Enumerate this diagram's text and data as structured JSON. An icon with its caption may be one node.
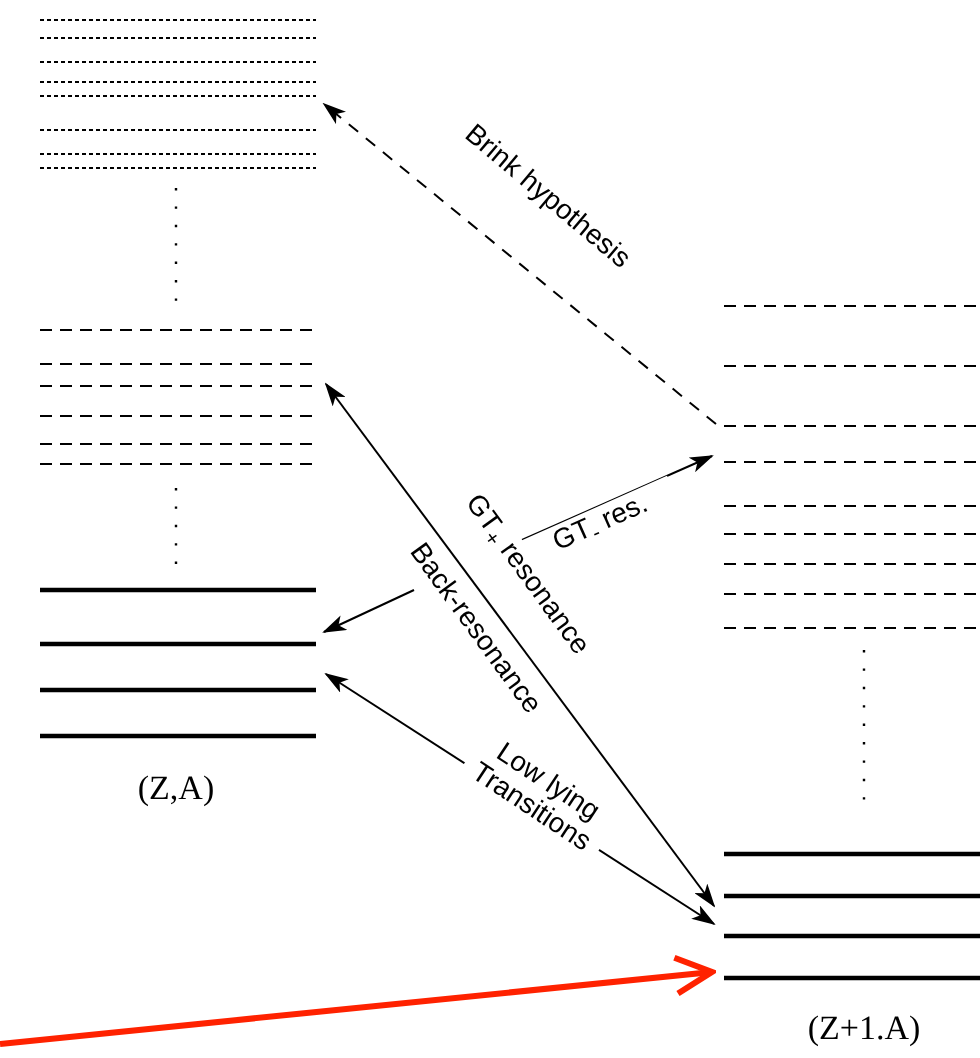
{
  "diagram": {
    "nodes": [
      {
        "text": [],
        "shape": "lines"
      },
      {
        "text": [],
        "shape": "lines"
      },
      {
        "text": [],
        "shape": "lines",
        "beside": [
          "(Z,A)"
        ]
      },
      {
        "text": [],
        "shape": "lines"
      },
      {
        "text": [],
        "shape": "lines",
        "beside": [
          "(Z+1.A)"
        ]
      }
    ],
    "edges": [
      {
        "from": 3,
        "to": 0,
        "arrow": "to",
        "label": "Brink hypothesis",
        "style": "dashed"
      },
      {
        "from": null,
        "to": 3,
        "arrow": "to",
        "label": "GT$_{-}$ res."
      },
      {
        "from": 1,
        "to": 4,
        "arrow": "both",
        "label": "GT$_{+}$ resonance"
      },
      {
        "from": null,
        "to": 2,
        "arrow": "to",
        "label": "Back-resonance"
      },
      {
        "from": 2,
        "to": 4,
        "arrow": "both",
        "label": "Low lying Transitions"
      },
      {
        "from": null,
        "to": 4,
        "arrow": "to",
        "style": "thick",
        "color": "#ff2200"
      }
    ]
  }
}
